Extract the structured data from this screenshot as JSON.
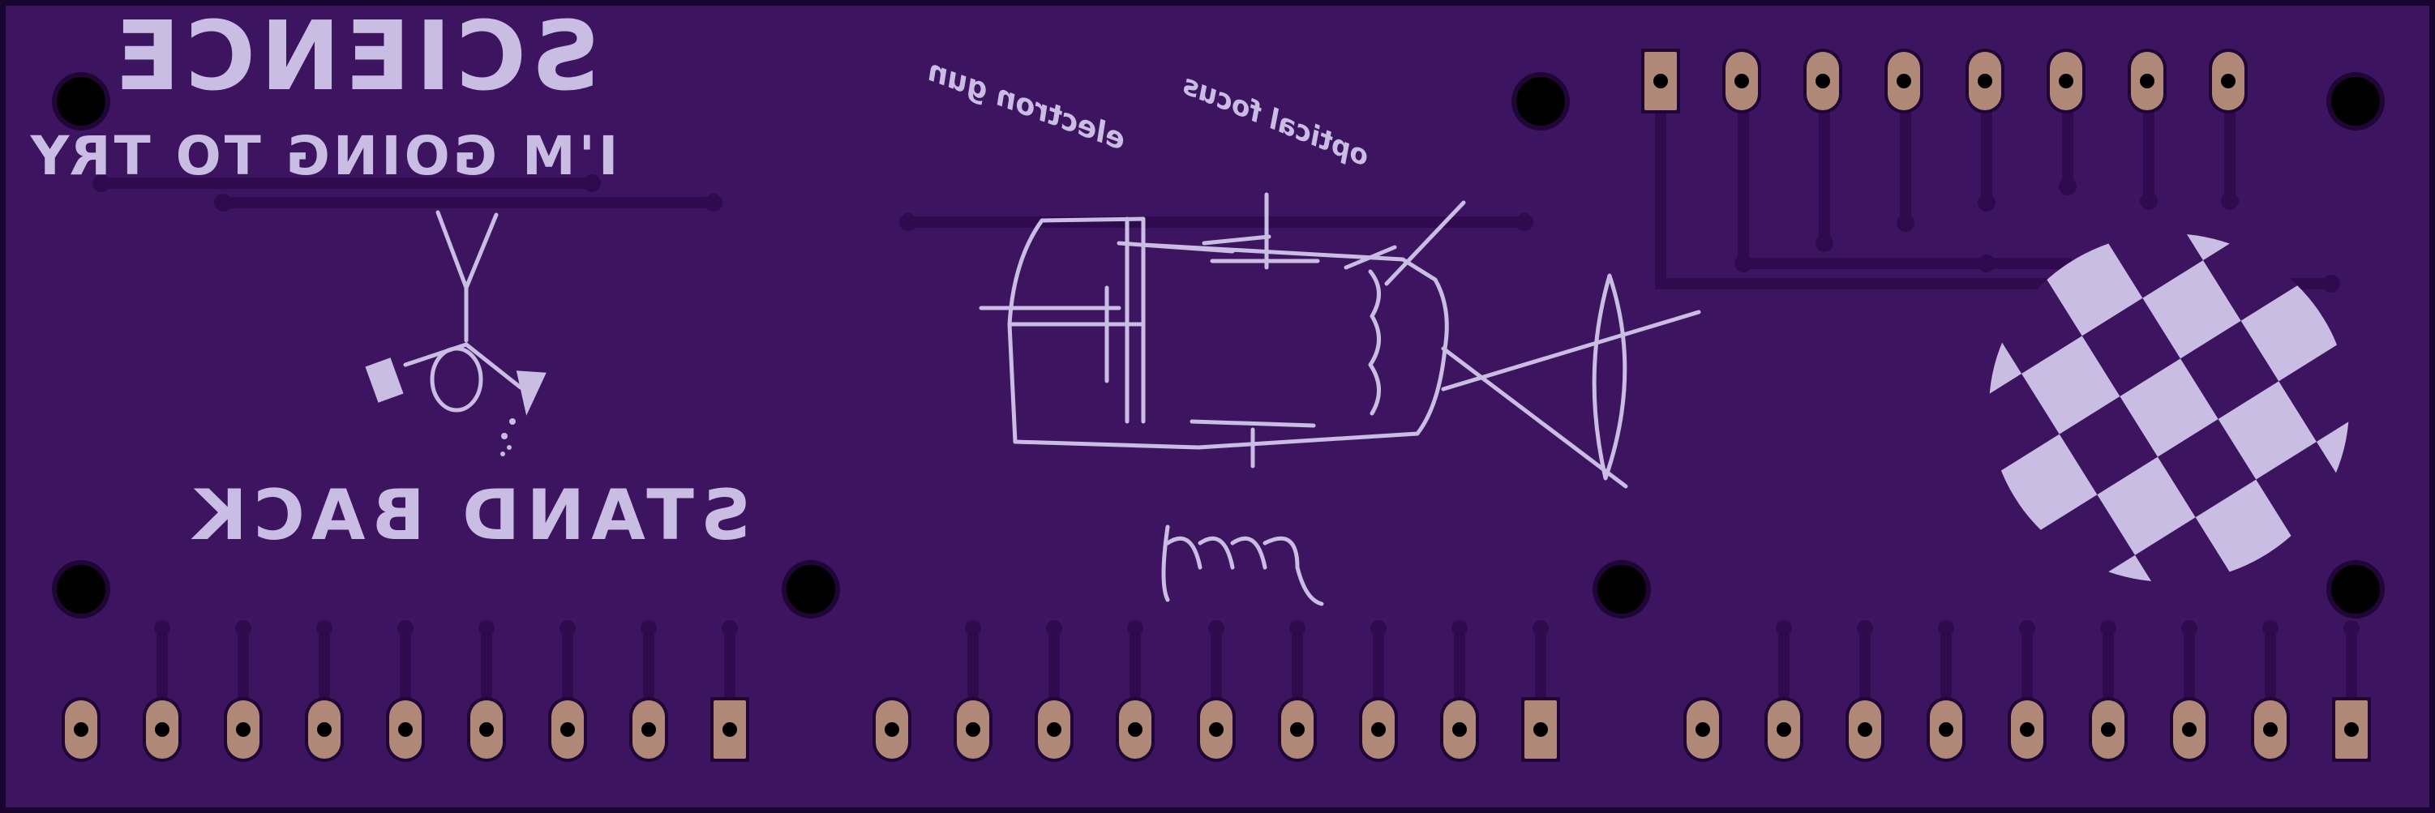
{
  "board": {
    "colors": {
      "outline": "#1a0530",
      "substrate": "#3d1460",
      "trace": "#2f0a4f",
      "silkscreen": "#c9bde3",
      "copper_pad": "#b08878",
      "hole": "#000000"
    }
  },
  "silkscreen_text": {
    "science": "SCIENCE",
    "try_line": "I'M GOING TO TRY",
    "stand_back": "STAND BACK",
    "electron_gun": "electron gun",
    "optical_focus": "optical focus"
  },
  "connectors": {
    "top_header_pins": 8,
    "bottom_header_groups": [
      9,
      9,
      9
    ]
  },
  "artwork": {
    "stick_figure": "stick-figure-with-flask",
    "sketch": "hand-drawn-electron-gun-sketch",
    "ball": "checkered-boing-ball"
  }
}
